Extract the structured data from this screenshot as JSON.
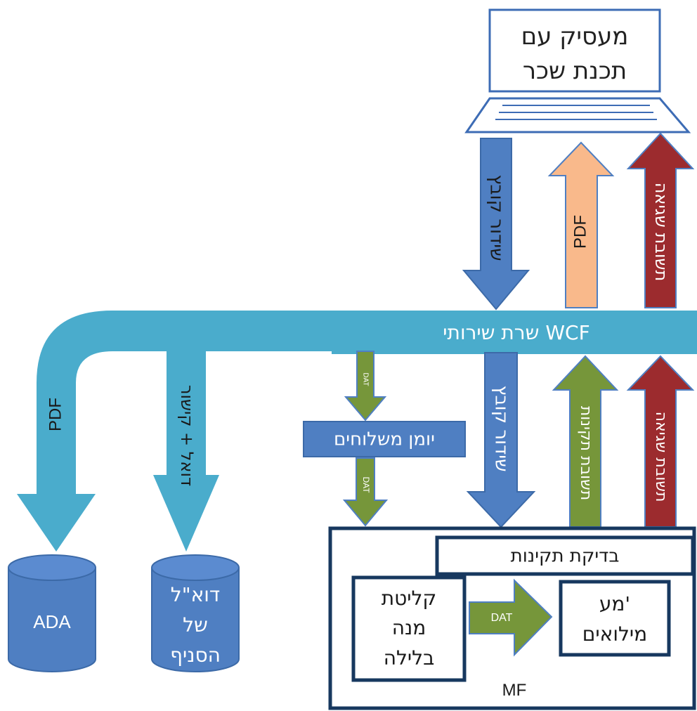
{
  "laptop": {
    "line1": "מעסיק עם",
    "line2": "תכנת שכר"
  },
  "arrows": {
    "submit_upper": "שידור קובץ",
    "pdf_up": "PDF",
    "error_up": "תשובת שגיאה",
    "submit_lower": "שידור קובץ",
    "valid_up": "תשובת תקינות",
    "error_lower": "תשובת שגיאה",
    "pdf_down": "PDF",
    "email_link": "דואל + קישור",
    "dat_upper": "DAT",
    "dat_lower": "DAT",
    "dat_internal": "DAT"
  },
  "wcf_bar": {
    "label": "שרת שירותי WCF"
  },
  "journal": {
    "label": "יומן משלוחים"
  },
  "validation": {
    "label": "בדיקת תקינות"
  },
  "night_intake": {
    "line1": "קליטת",
    "line2": "מנה",
    "line3": "בלילה"
  },
  "reserves": {
    "line1": "מע'",
    "line2": "מילואים"
  },
  "mf_label": "MF",
  "databases": {
    "ada": "ADA",
    "branch_email": {
      "line1": "דוא\"ל",
      "line2": "של",
      "line3": "הסניף"
    }
  },
  "colors": {
    "teal": "#4aaccc",
    "blue": "#4f7fc2",
    "peach": "#f9b98b",
    "dark_red": "#9c2b2e",
    "green": "#76963a",
    "navy": "#17385f"
  }
}
